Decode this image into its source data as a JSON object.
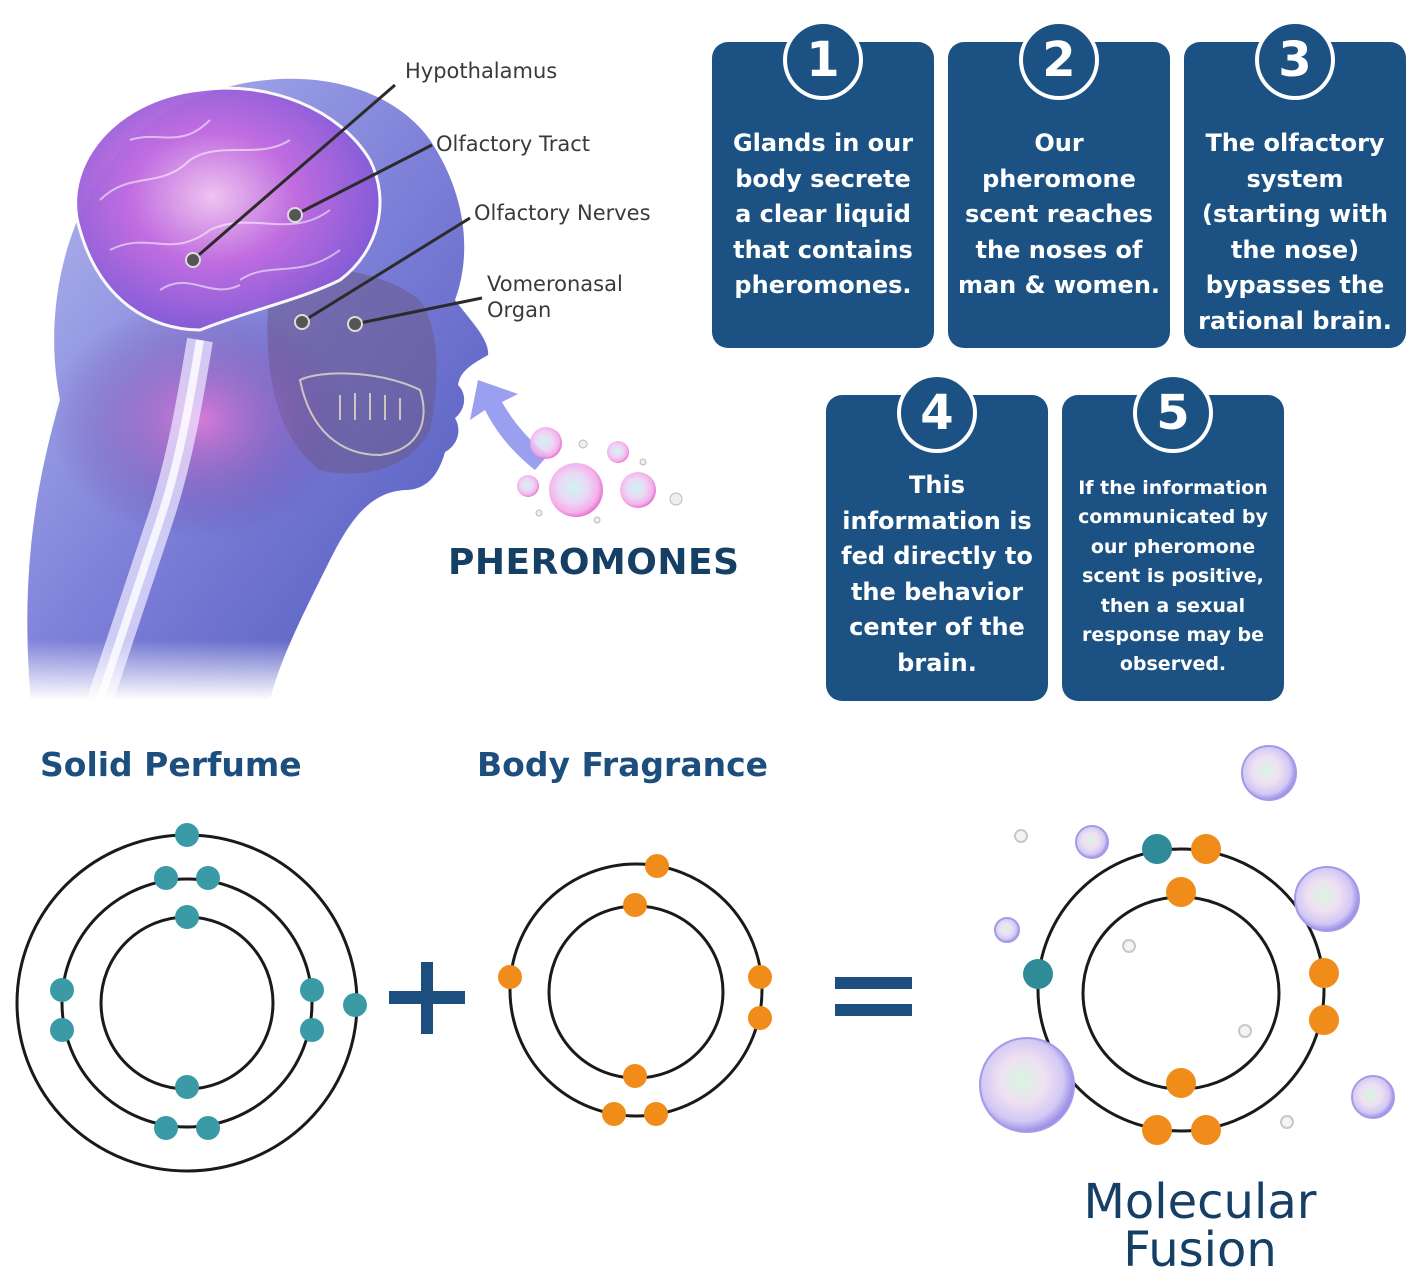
{
  "anatomy": {
    "labels": [
      {
        "id": "hypothalamus",
        "text": "Hypothalamus"
      },
      {
        "id": "olfactory-tract",
        "text": "Olfactory Tract"
      },
      {
        "id": "olfactory-nerves",
        "text": "Olfactory Nerves"
      },
      {
        "id": "vomeronasal-organ",
        "line1": "Vomeronasal",
        "line2": "Organ"
      }
    ],
    "pheromones_label": "PHEROMONES"
  },
  "steps": [
    {
      "number": "1",
      "lines": [
        "Glands in our",
        "body secrete",
        "a clear liquid",
        "that contains",
        "pheromones."
      ]
    },
    {
      "number": "2",
      "lines": [
        "Our",
        "pheromone",
        "scent reaches",
        "the noses of",
        "man & women."
      ]
    },
    {
      "number": "3",
      "lines": [
        "The olfactory",
        "system",
        "(starting with",
        "the nose)",
        "bypasses the",
        "rational brain."
      ]
    },
    {
      "number": "4",
      "lines": [
        "This",
        "information is",
        "fed directly to",
        "the behavior",
        "center of the",
        "brain."
      ]
    },
    {
      "number": "5",
      "lines": [
        "If the information",
        "communicated by",
        "our pheromone",
        "scent is positive,",
        "then a sexual",
        "response may be",
        "observed."
      ]
    }
  ],
  "equation": {
    "left_title": "Solid Perfume",
    "middle_title": "Body Fragrance",
    "plus_symbol": "+",
    "equals_symbol": "=",
    "result_line1": "Molecular",
    "result_line2": "Fusion"
  },
  "colors": {
    "card_blue": "#1c5283",
    "title_navy": "#163f66",
    "teal_dot": "#3a9aa6",
    "orange_dot": "#f08c1a",
    "orbit_line": "#1a1a1a"
  }
}
